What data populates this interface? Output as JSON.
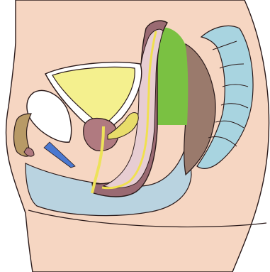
{
  "colors": {
    "background": "#ffffff",
    "skin": "#f6d6c2",
    "outline": "#2a1a1a",
    "bladder": "#f4f08e",
    "bladder_rim": "#ffffff",
    "urethra": "#ede25a",
    "prostate": "#b07a80",
    "seminal_vesicle": "#e8dd6a",
    "rectum_wall": "#9a6a72",
    "rectum_inner": "#e7cdd2",
    "rectum_lumen": "#f0e050",
    "green_region": "#7ac142",
    "blue_region": "#b9d3e0",
    "muscle": "#9a7a6c",
    "vertebrae": "#a8d4e0",
    "pubic_bone": "#ffffff",
    "blue_wedge": "#4a78d0",
    "penis_tan": "#b89a66"
  },
  "structures": [
    {
      "name": "skin-body"
    },
    {
      "name": "bladder"
    },
    {
      "name": "prostate"
    },
    {
      "name": "seminal-vesicle"
    },
    {
      "name": "urethra"
    },
    {
      "name": "rectum"
    },
    {
      "name": "green-region"
    },
    {
      "name": "blue-perineal-region"
    },
    {
      "name": "muscle-band"
    },
    {
      "name": "vertebrae"
    },
    {
      "name": "pubic-bone"
    },
    {
      "name": "penile-structure"
    }
  ]
}
